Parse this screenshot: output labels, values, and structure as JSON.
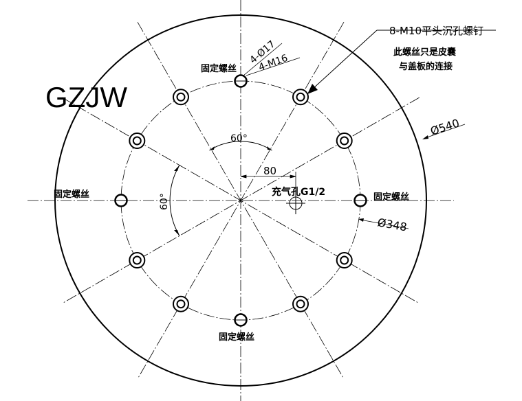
{
  "brand": "GZJW",
  "callouts": {
    "screw_spec": "8-M10平头沉孔螺钉",
    "screw_note_line1": "此螺丝只是皮囊",
    "screw_note_line2": "与盖板的连接",
    "inflate_hole": "充气孔G1/2"
  },
  "fixing_screw_label": "固定螺丝",
  "dimensions": {
    "hole_dia": "4-Ø17",
    "thread": "4-M16",
    "outer_dia": "Ø540",
    "bolt_circle_dia": "Ø348",
    "offset": "80",
    "angle_top": "60°",
    "angle_left": "60°"
  },
  "colors": {
    "line": "#000000",
    "background": "#ffffff"
  }
}
